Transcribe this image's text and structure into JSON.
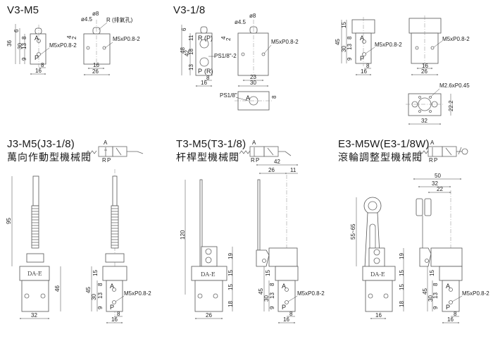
{
  "sections": [
    {
      "id": "v3-m5",
      "title": "V3-M5",
      "subtitle": ""
    },
    {
      "id": "v3-18",
      "title": "V3-1/8",
      "subtitle": ""
    },
    {
      "id": "j3",
      "title": "J3-M5(J3-1/8)",
      "subtitle": "萬向作動型機械閥"
    },
    {
      "id": "t3",
      "title": "T3-M5(T3-1/8)",
      "subtitle": "杆桿型機械閥"
    },
    {
      "id": "e3",
      "title": "E3-M5W(E3-1/8W)",
      "subtitle": "滾輪調整型機械閥"
    }
  ],
  "callouts": {
    "m5_thread": "M5xP0.8-2",
    "ps18_2": "PS1/8\"-2",
    "ps18": "PS1/8\"",
    "m26": "M2.6xP0.45",
    "exhaust": "R (排氣孔)",
    "d45": "ø4.5",
    "d8": "ø8"
  },
  "ports": {
    "A": "A",
    "P": "P",
    "R": "R",
    "P_paren": "(P)",
    "R_paren": "(R)"
  },
  "symbol_ports": {
    "A": "A",
    "R": "R",
    "P": "P"
  },
  "brand_stamp": "DA-E",
  "dims": {
    "v3m5_side": {
      "h_total": "36",
      "h_top": "6",
      "h_body": "30",
      "a8": "8",
      "a13": "13",
      "a9": "9",
      "w8": "8",
      "w16": "16"
    },
    "v3m5_front": {
      "w16": "16",
      "w26": "26",
      "h4": "4",
      "h2": "2"
    },
    "v318_side": {
      "h_total": "48",
      "h_body": "42",
      "h_top": "6",
      "a11": "11",
      "a18": "18",
      "a13": "13",
      "w8": "8",
      "w16": "16"
    },
    "v318_front": {
      "w23": "23",
      "w30": "30",
      "h4": "4",
      "h2": "2"
    },
    "v318_bottom": {
      "h8": "8"
    },
    "cap_side": {
      "h_total": "45",
      "h15": "15",
      "h30": "30",
      "a8": "8",
      "a13": "13",
      "a9": "9",
      "w8": "8",
      "w16": "16"
    },
    "cap_front": {
      "w16": "16",
      "w26": "26"
    },
    "cap_top": {
      "w32": "32",
      "h22": "22.2"
    },
    "j3_front": {
      "h95": "95",
      "h46": "46",
      "w32": "32"
    },
    "j3_side": {
      "h45": "45",
      "h15": "15",
      "h30": "30",
      "a8": "8",
      "a13": "13",
      "a9": "9",
      "w8": "8",
      "w16": "16"
    },
    "t3_front": {
      "h120": "120",
      "h19": "19",
      "h15a": "15",
      "h15b": "15",
      "h18": "18",
      "w26": "26"
    },
    "t3_side": {
      "w42": "42",
      "w26": "26",
      "w11": "11",
      "h45": "45",
      "h15": "15",
      "h30": "30",
      "a8": "8",
      "a13": "13",
      "a9": "9",
      "w8": "8",
      "w16": "16"
    },
    "e3_front": {
      "h5565": "55~65",
      "h19": "19",
      "h15a": "15",
      "h15b": "15",
      "h18": "18",
      "w16": "16"
    },
    "e3_side": {
      "w50": "50",
      "w32": "32",
      "w22": "22",
      "h45": "45",
      "h15": "15",
      "h30": "30",
      "a8": "8",
      "a13": "13",
      "a9": "9",
      "w8": "8",
      "w16": "16"
    }
  }
}
